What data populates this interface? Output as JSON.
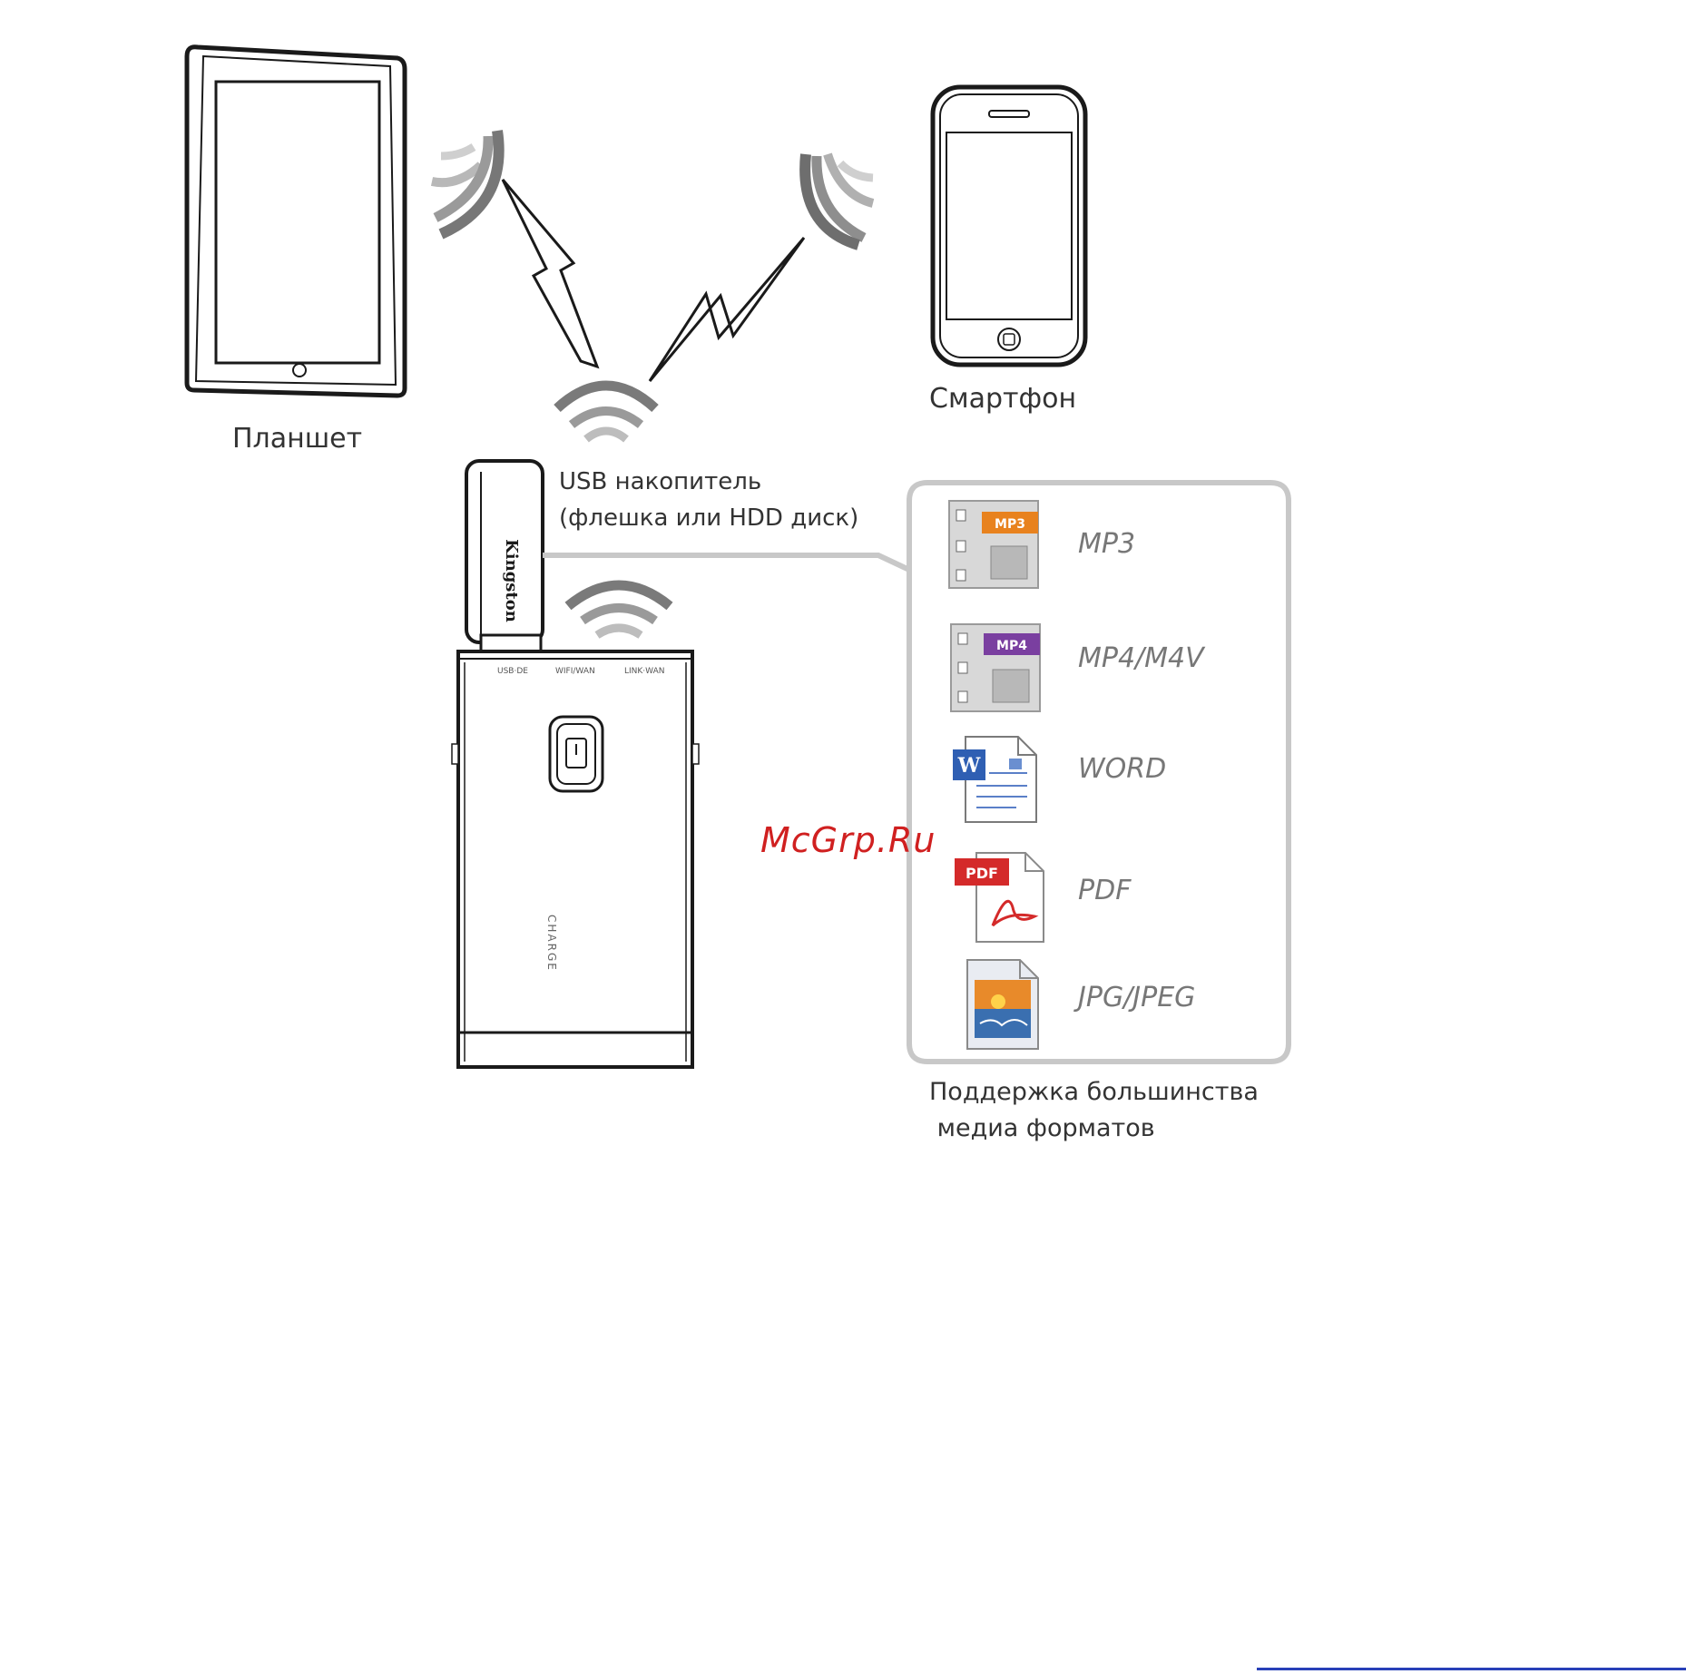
{
  "labels": {
    "tablet": "Планшет",
    "smartphone": "Смартфон",
    "usb_line1": "USB накопитель",
    "usb_line2": "(флешка или HDD диск)",
    "formats_caption_line1": "Поддержка большинства",
    "formats_caption_line2": " медиа форматов"
  },
  "formats": [
    {
      "label": "MP3",
      "icon": "mp3-file-icon",
      "badge": "MP3",
      "badge_color": "#e8821e"
    },
    {
      "label": "MP4/M4V",
      "icon": "mp4-file-icon",
      "badge": "MP4",
      "badge_color": "#7a3fa0"
    },
    {
      "label": "WORD",
      "icon": "word-document-icon",
      "badge": "W",
      "badge_color": "#2f5fb3"
    },
    {
      "label": "PDF",
      "icon": "pdf-document-icon",
      "badge": "PDF",
      "badge_color": "#d42a2a"
    },
    {
      "label": "JPG/JPEG",
      "icon": "jpeg-image-icon",
      "badge": "",
      "badge_color": "#e88a2a"
    }
  ],
  "watermark": "McGrp.Ru",
  "colors": {
    "outline": "#1a1a1a",
    "wave": "#8a8a8a",
    "box": "#c8c8c8",
    "watermark": "#d02020"
  }
}
